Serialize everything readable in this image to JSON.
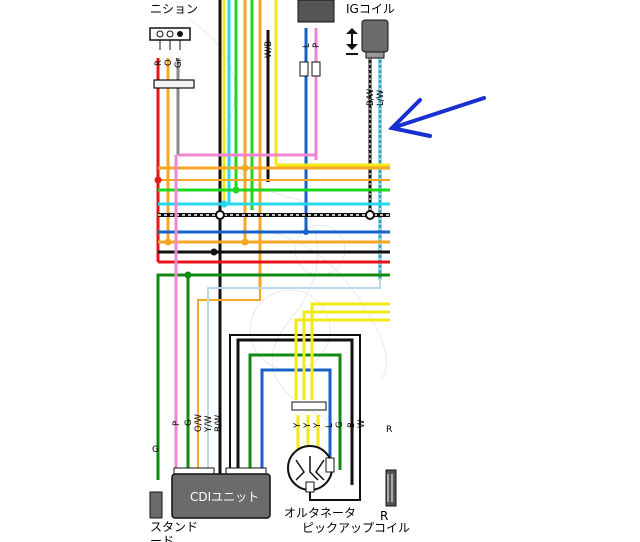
{
  "labels": {
    "ignition_fragment": "ニション",
    "ig_coil": "IGコイル",
    "cdi_unit": "CDIユニット",
    "side_stand_1": "スタンド",
    "side_stand_2": "ード",
    "alternator": "オルタネータ",
    "pickup_coil": "ピックアップコイル",
    "right_fragment_top": "R",
    "right_fragment_bottom": "R",
    "left_fragment": "G"
  },
  "wire_codes": {
    "ign_r": "R",
    "ign_o": "O",
    "ign_gr": "Gr",
    "wb_top": "W/B",
    "l_top": "L",
    "p_top": "P",
    "coil_bw": "B/W",
    "coil_lw": "L/W",
    "cdi_p": "P",
    "cdi_g": "G",
    "cdi_ow": "O/W",
    "cdi_yw": "Y/W",
    "cdi_bw": "B/W",
    "alt_y1": "Y",
    "alt_y2": "Y",
    "alt_y3": "Y",
    "alt_l": "L",
    "alt_g": "G",
    "alt_b": "B",
    "alt_w": "W"
  },
  "colors": {
    "red": "#e8141c",
    "orange": "#f5a623",
    "yellow": "#f2ea17",
    "green": "#1fd71f",
    "darkgreen": "#108a10",
    "cyan": "#27d7ec",
    "blue": "#1760c8",
    "pink": "#ee86d2",
    "black": "#111111",
    "annotation_arrow": "#1830d0"
  }
}
